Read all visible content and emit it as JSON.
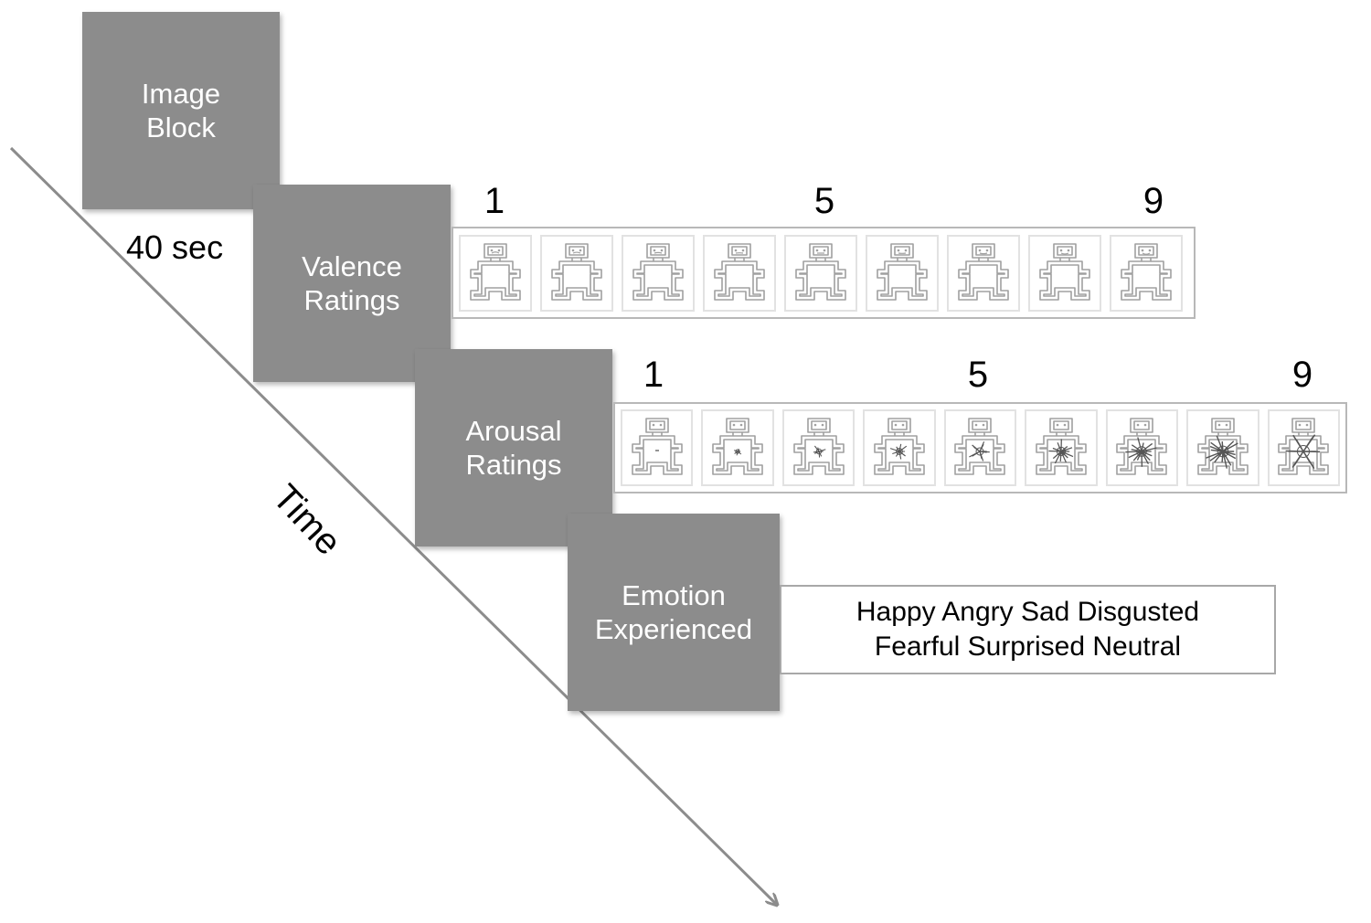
{
  "blocks": {
    "image": {
      "line1": "Image",
      "line2": "Block"
    },
    "valence": {
      "line1": "Valence",
      "line2": "Ratings"
    },
    "arousal": {
      "line1": "Arousal",
      "line2": "Ratings"
    },
    "emotion": {
      "line1": "Emotion",
      "line2": "Experienced"
    }
  },
  "duration_label": "40 sec",
  "time_label": "Time",
  "valence_scale": {
    "anchor_labels": [
      "1",
      "5",
      "9"
    ],
    "points": 9,
    "mouth_curvature": [
      -1,
      -0.75,
      -0.5,
      -0.25,
      0,
      0.25,
      0.5,
      0.75,
      1
    ]
  },
  "arousal_scale": {
    "anchor_labels": [
      "1",
      "5",
      "9"
    ],
    "points": 9,
    "burst_intensity": [
      0,
      0.12,
      0.25,
      0.37,
      0.5,
      0.62,
      0.75,
      0.87,
      1
    ]
  },
  "emotion_options": {
    "line1": "Happy Angry Sad Disgusted",
    "line2": "Fearful Surprised Neutral"
  },
  "colors": {
    "block": "#8c8c8c",
    "block_text": "#ffffff",
    "arrow": "#8c8c8c",
    "outline": "#a0a0a0"
  }
}
